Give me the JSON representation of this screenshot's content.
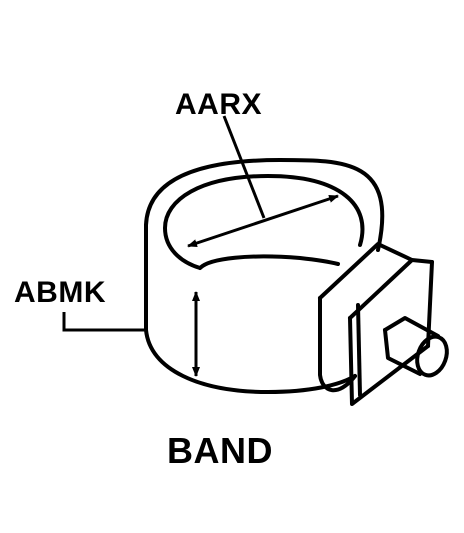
{
  "diagram": {
    "title": "BAND",
    "dimensions": [
      {
        "code": "AARX"
      },
      {
        "code": "ABMK"
      }
    ]
  },
  "colors": {
    "line": "#000000",
    "background": "#ffffff"
  }
}
